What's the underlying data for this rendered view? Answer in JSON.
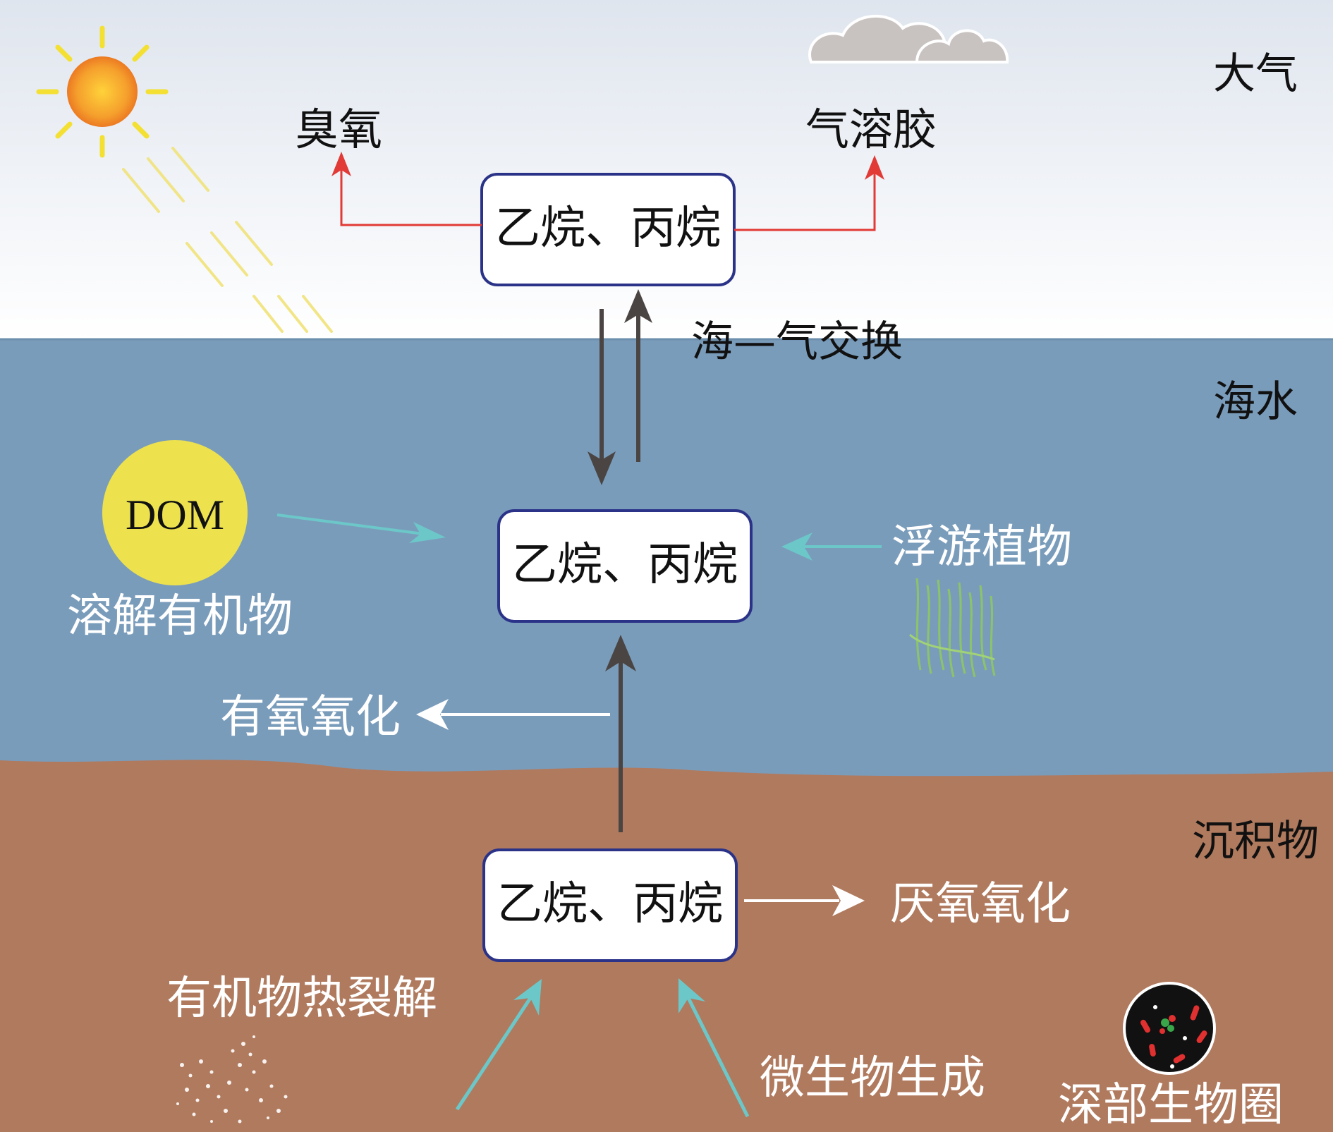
{
  "colors": {
    "sky_top": "#dfe5ee",
    "sky_bottom": "#ffffff",
    "sea": "#7a9cbb",
    "sediment": "#b07a5e",
    "red_arrow": "#e23a36",
    "teal_arrow": "#6cc7c9",
    "dark_arrow": "#4a4543",
    "white_arrow": "#ffffff",
    "box_border": "#2b3388",
    "sun": "#f28c28",
    "sun_rays": "#f3e033",
    "cloud": "#c8c2c0",
    "dom_fill": "#ede24e"
  },
  "zones": {
    "atmosphere": "大气",
    "seawater": "海水",
    "sediment": "沉积物"
  },
  "boxes": {
    "atmosphere": "乙烷、丙烷",
    "seawater": "乙烷、丙烷",
    "sediment": "乙烷、丙烷"
  },
  "labels": {
    "ozone": "臭氧",
    "aerosol": "气溶胶",
    "sea_air_exchange": "海—气交换",
    "dom_acronym": "DOM",
    "dom_name": "溶解有机物",
    "phytoplankton": "浮游植物",
    "aerobic_oxidation": "有氧氧化",
    "anaerobic_oxidation": "厌氧氧化",
    "thermal_cracking": "有机物热裂解",
    "microbial_generation": "微生物生成",
    "deep_biosphere": "深部生物圈"
  }
}
